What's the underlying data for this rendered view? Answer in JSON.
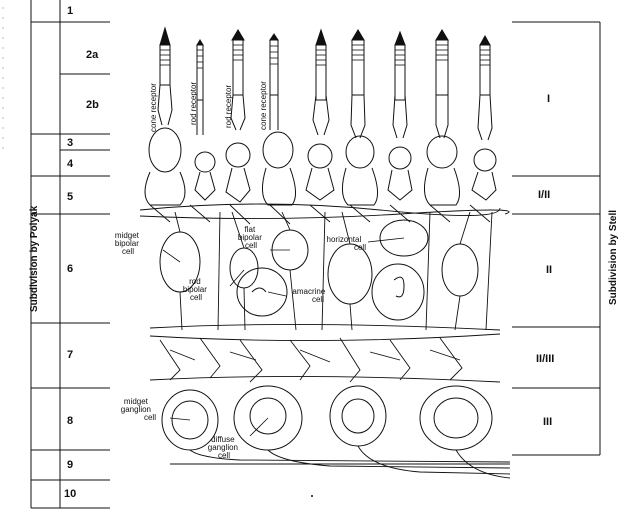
{
  "polyak": {
    "title": "Subdivision by Polyak",
    "layers": [
      "1",
      "2a",
      "2b",
      "3",
      "4",
      "5",
      "6",
      "7",
      "8",
      "9",
      "10"
    ]
  },
  "stell": {
    "title": "Subdivision by Stell",
    "layers": [
      "I",
      "I/II",
      "II",
      "II/III",
      "III"
    ]
  },
  "receptors": [
    "cone receptor",
    "rod receptor",
    "rod receptor",
    "cone receptor"
  ],
  "cells": {
    "midget_bipolar": [
      "midget",
      "bipolar",
      "cell"
    ],
    "flat_bipolar": [
      "flat",
      "bipolar",
      "cell"
    ],
    "horizontal": [
      "horizontal",
      "cell"
    ],
    "rod_bipolar": [
      "rod",
      "bipolar",
      "cell"
    ],
    "amacrine": [
      "amacrine",
      "cell"
    ],
    "midget_ganglion": [
      "midget",
      "ganglion",
      "cell"
    ],
    "diffuse_ganglion": [
      "diffuse",
      "ganglion",
      "cell"
    ]
  }
}
